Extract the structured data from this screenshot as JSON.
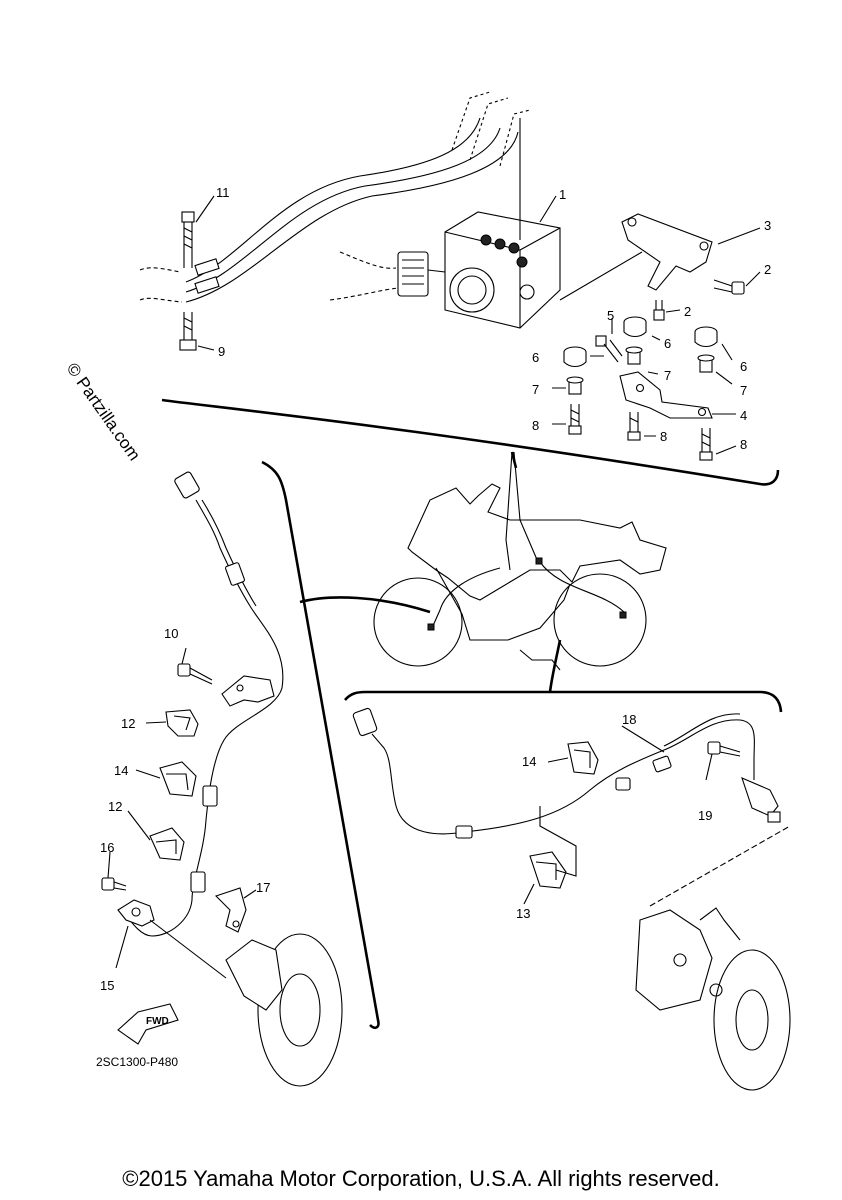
{
  "watermark": "© Partzilla.com",
  "diagram_code": "2SC1300-P480",
  "fwd_label": "FWD",
  "copyright": "©2015 Yamaha Motor Corporation, U.S.A. All rights reserved.",
  "callouts": {
    "c1": "1",
    "c2a": "2",
    "c2b": "2",
    "c3": "3",
    "c4": "4",
    "c5": "5",
    "c6a": "6",
    "c6b": "6",
    "c6c": "6",
    "c7a": "7",
    "c7b": "7",
    "c7c": "7",
    "c8a": "8",
    "c8b": "8",
    "c8c": "8",
    "c9": "9",
    "c10": "10",
    "c11": "11",
    "c12a": "12",
    "c12b": "12",
    "c13": "13",
    "c14a": "14",
    "c14b": "14",
    "c15": "15",
    "c16": "16",
    "c17": "17",
    "c18": "18",
    "c19": "19"
  }
}
